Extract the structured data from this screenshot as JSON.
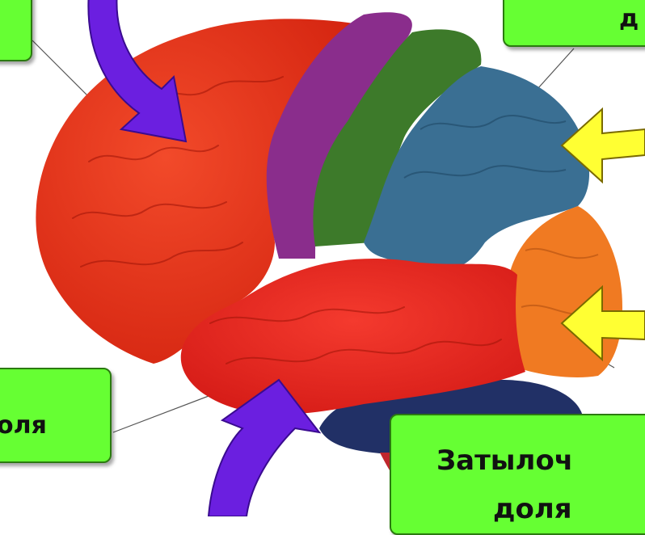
{
  "labels": {
    "top_right": "д",
    "bottom_left": "оля",
    "bottom_right_line1": "Затылоч",
    "bottom_right_line2": "доля"
  },
  "colors": {
    "frontal": "#e8331e",
    "motor_strip": "#8a2d8c",
    "sensory_strip": "#3d7a2a",
    "parietal": "#3a6f93",
    "occipital": "#f07a22",
    "temporal": "#ee2a22",
    "cerebellum": "#213066",
    "label_bg": "#66ff33",
    "arrow_purple": "#6b1fe0",
    "arrow_yellow": "#ffff33"
  }
}
